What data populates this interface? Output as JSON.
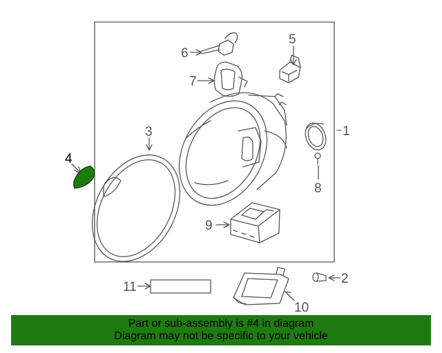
{
  "callouts": [
    {
      "id": "1",
      "label": "1"
    },
    {
      "id": "2",
      "label": "2"
    },
    {
      "id": "3",
      "label": "3"
    },
    {
      "id": "4",
      "label": "4"
    },
    {
      "id": "5",
      "label": "5"
    },
    {
      "id": "6",
      "label": "6"
    },
    {
      "id": "7",
      "label": "7"
    },
    {
      "id": "8",
      "label": "8"
    },
    {
      "id": "9",
      "label": "9"
    },
    {
      "id": "10",
      "label": "10"
    },
    {
      "id": "11",
      "label": "11"
    }
  ],
  "highlight_color": "#1f7a12",
  "banner": {
    "line1": "Part or sub-assembly is #4 in diagram",
    "line2": "Diagram may not be specific to your vehicle"
  }
}
